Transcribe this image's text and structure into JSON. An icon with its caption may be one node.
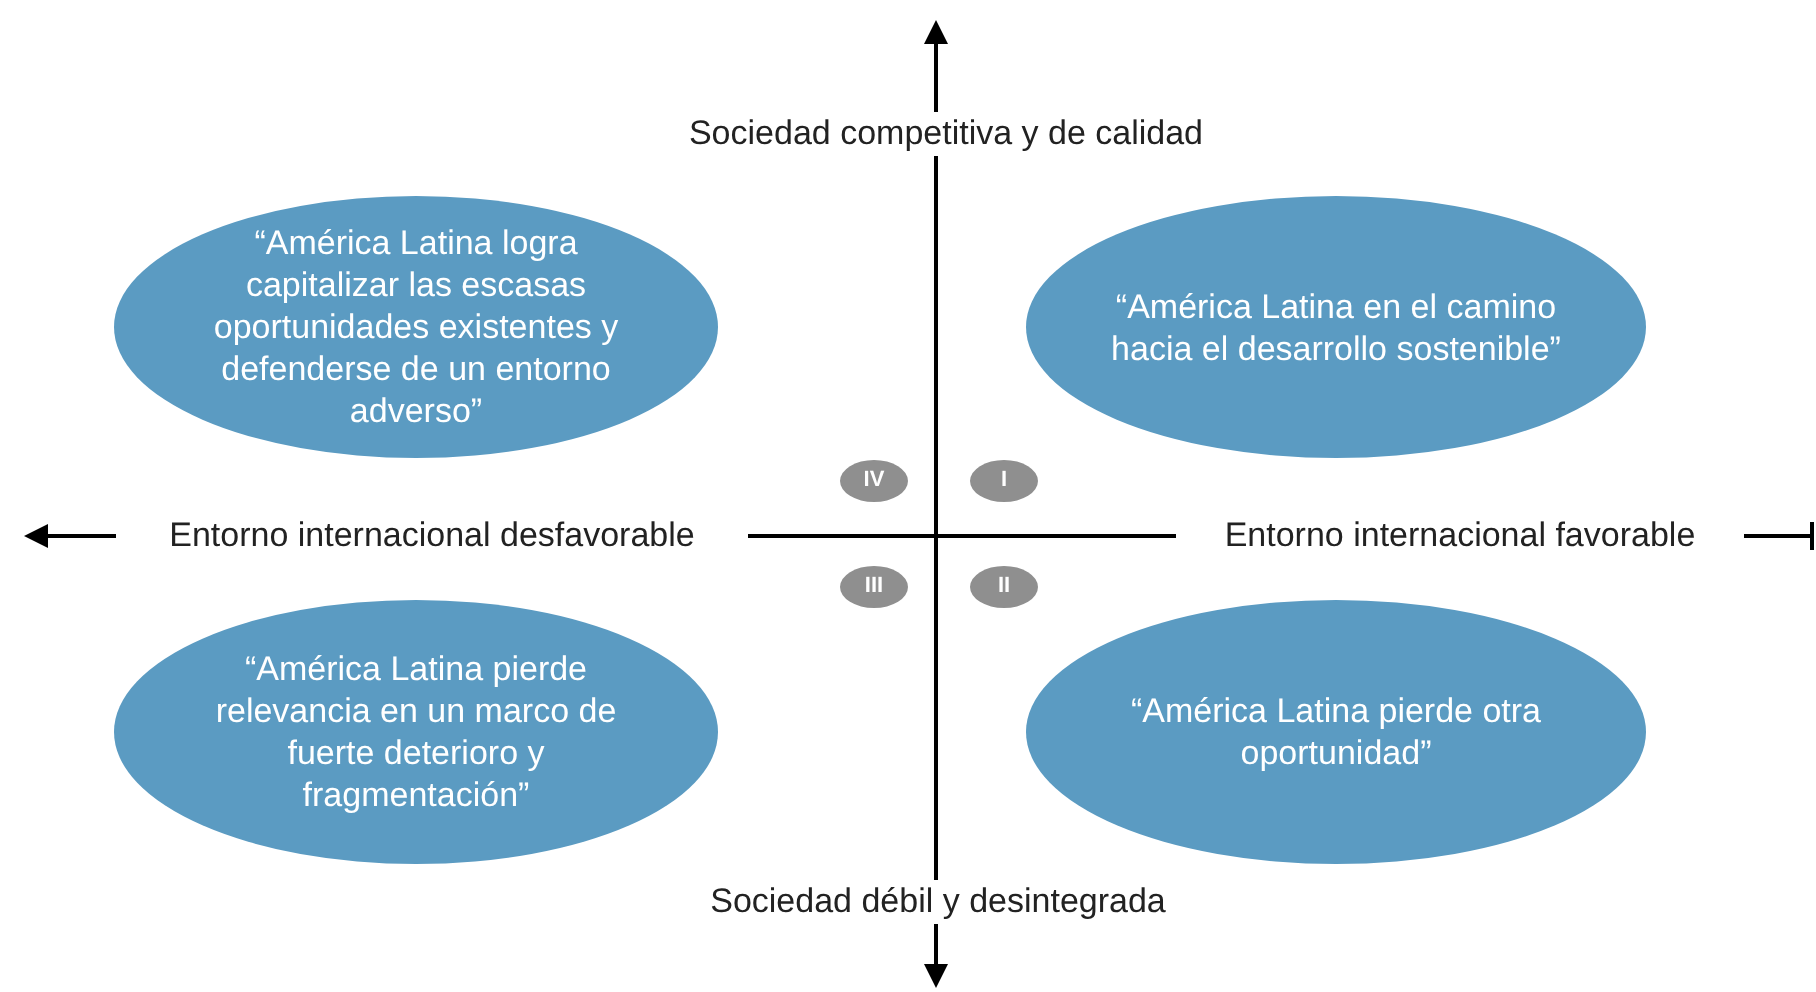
{
  "diagram": {
    "nodes": [
      {
        "text": [
          "“América Latina logra capitalizar las escasas oportunidades existentes y defenderse de un entorno adverso”"
        ]
      },
      {
        "text": [
          "“América Latina en el camino hacia el desarrollo sostenible”"
        ]
      },
      {
        "text": [
          "IV"
        ]
      },
      {
        "text": [
          "I"
        ]
      },
      {
        "text": [
          "III"
        ]
      },
      {
        "text": [
          "II"
        ]
      },
      {
        "text": [
          "“América Latina pierde relevancia en un marco de fuerte deterioro y fragmentación”"
        ]
      },
      {
        "text": [
          "“América Latina pierde otra oportunidad”"
        ]
      }
    ],
    "labels": [
      "Sociedad competitiva y de calidad",
      "Entorno internacional desfavorable",
      "Entorno internacional favorable",
      "Sociedad débil y desintegrada"
    ]
  }
}
